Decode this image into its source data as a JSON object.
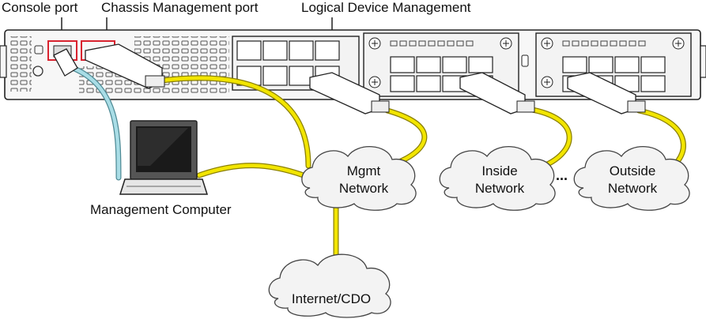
{
  "labels": {
    "console_port": "Console port",
    "chassis_mgmt_port": "Chassis Management port",
    "logical_device_mgmt": "Logical Device Management",
    "management_computer": "Management Computer"
  },
  "clouds": {
    "mgmt": [
      "Mgmt",
      "Network"
    ],
    "inside": [
      "Inside",
      "Network"
    ],
    "outside": [
      "Outside",
      "Network"
    ],
    "internet": [
      "Internet/CDO"
    ]
  },
  "ellipsis": "...",
  "colors": {
    "cable_yellow": "#f2e500",
    "cable_yellow_edge": "#8a7f00",
    "console_cable": "#a9dde6",
    "console_cable_edge": "#4e8a95",
    "highlight_red": "#d9232f",
    "chassis_fill": "#f7f7f7",
    "line": "#222222"
  }
}
